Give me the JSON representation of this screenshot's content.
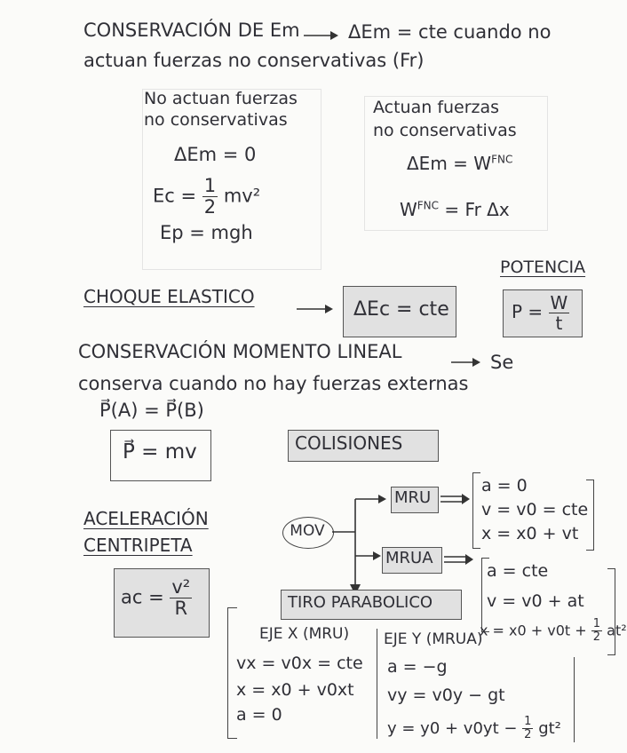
{
  "conservation": {
    "line1": "CONSERVACIÓN DE Em",
    "result": "ΔEm = cte cuando no",
    "line2": "actuan fuerzas no conservativas (Fr)"
  },
  "no_fnc": {
    "heading_1": "No actuan fuerzas",
    "heading_2": "no conservativas",
    "eq1": "ΔEm = 0",
    "ec_lhs": "Ec =",
    "ec_num": "1",
    "ec_den": "2",
    "ec_rhs": "mv²",
    "ep": "Ep = mgh"
  },
  "with_fnc": {
    "heading_1": "Actuan fuerzas",
    "heading_2": "no conservativas",
    "eq1": "ΔEm = W",
    "eq1_sup": "FNC",
    "eq2_lhs": "W",
    "eq2_sup": "FNC",
    "eq2_rhs": "= Fr Δx"
  },
  "potencia": {
    "title": "POTENCIA",
    "lhs": "P =",
    "num": "W",
    "den": "t"
  },
  "choque": {
    "title": "CHOQUE ELASTICO",
    "eq": "ΔEc = cte"
  },
  "momento": {
    "line1": "CONSERVACIÓN MOMENTO LINEAL",
    "result": "Se",
    "line2": "conserva cuando no hay fuerzas externas",
    "eq1": "P⃗(A) = P⃗(B)",
    "eq2": "P⃗ = mv"
  },
  "colisiones": {
    "title": "COLISIONES"
  },
  "centripeta": {
    "title_1": "ACELERACIÓN",
    "title_2": "CENTRIPETA",
    "lhs": "ac =",
    "num": "v²",
    "den": "R"
  },
  "mov": {
    "label": "MOV",
    "mru": {
      "label": "MRU",
      "eq1": "a = 0",
      "eq2": "v = v0 = cte",
      "eq3": "x = x0 + vt"
    },
    "mrua": {
      "label": "MRUA",
      "eq1": "a = cte",
      "eq2": "v = v0 + at",
      "eq3_main": "x = x0 + v0t +",
      "eq3_num": "1",
      "eq3_den": "2",
      "eq3_tail": "at²"
    }
  },
  "tiro": {
    "title": "TIRO PARABOLICO",
    "eje_x": {
      "title": "EJE X (MRU)",
      "eq1": "vx = v0x = cte",
      "eq2": "x = x0 + v0xt",
      "eq3": "a = 0"
    },
    "eje_y": {
      "title": "EJE Y (MRUA)",
      "eq1": "a = −g",
      "eq2": "vy = v0y − gt",
      "eq3_main": "y = y0 + v0yt −",
      "eq3_num": "1",
      "eq3_den": "2",
      "eq3_tail": "gt²"
    }
  }
}
